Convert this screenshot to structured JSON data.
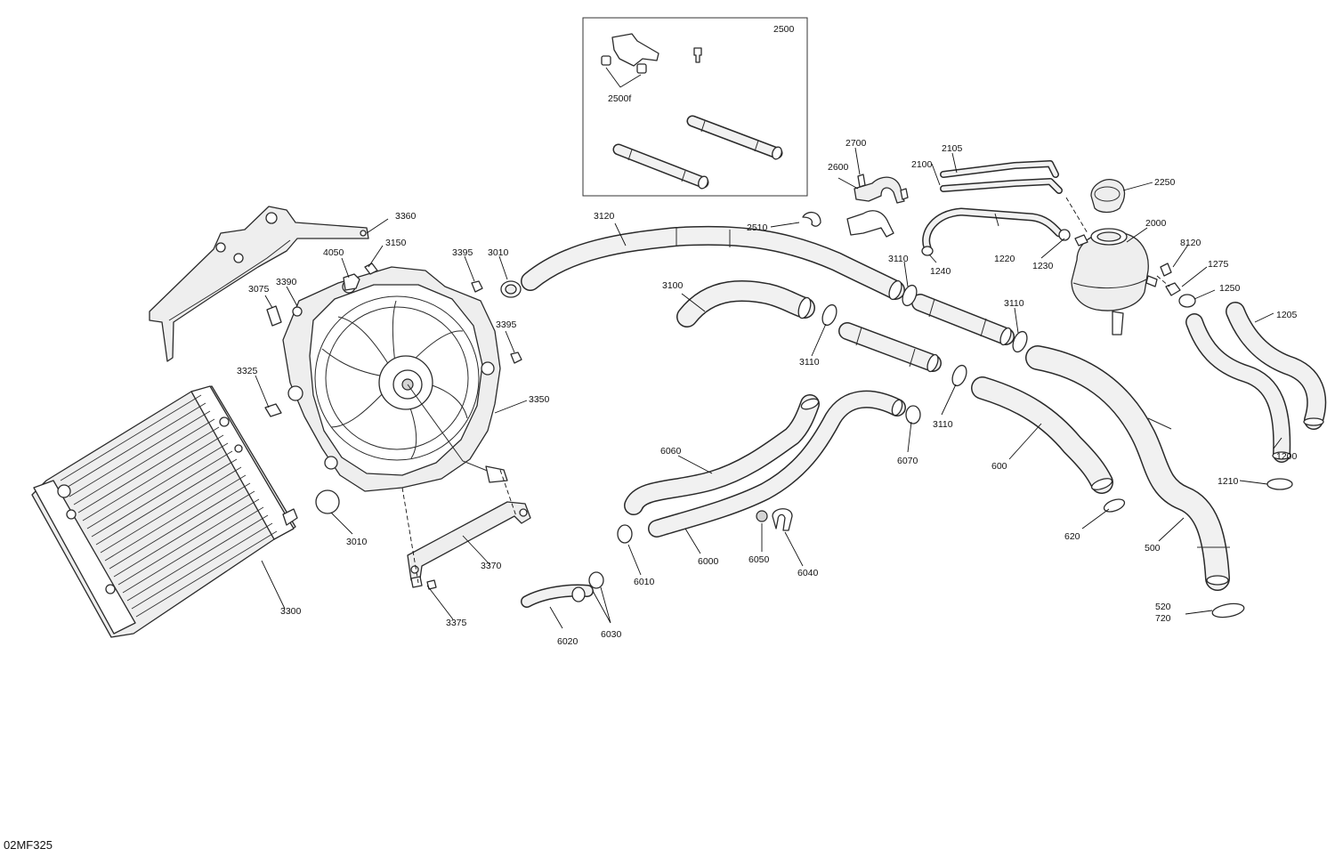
{
  "diagram_ref": "02MF325",
  "labels": {
    "l2500": "2500",
    "l2500f": "2500f",
    "l2700": "2700",
    "l2600": "2600",
    "l2105": "2105",
    "l2100": "2100",
    "l2250": "2250",
    "l2000": "2000",
    "l2510": "2510",
    "l3120": "3120",
    "l3360": "3360",
    "l3150": "3150",
    "l4050": "4050",
    "l3395a": "3395",
    "l3010a": "3010",
    "l3075": "3075",
    "l3390": "3390",
    "l3395b": "3395",
    "l3325": "3325",
    "l3350": "3350",
    "l3010b": "3010",
    "l3370": "3370",
    "l3375": "3375",
    "l3300": "3300",
    "l3100": "3100",
    "l3110a": "3110",
    "l3110b": "3110",
    "l3110c": "3110",
    "l3110d": "3110",
    "l1240": "1240",
    "l1220": "1220",
    "l1230": "1230",
    "l8120": "8120",
    "l1275": "1275",
    "l1250": "1250",
    "l1205": "1205",
    "l1200": "1200",
    "l1210": "1210",
    "l6060": "6060",
    "l6070": "6070",
    "l600": "600",
    "l620": "620",
    "l500": "500",
    "l520": "520",
    "l720": "720",
    "l6000": "6000",
    "l6010": "6010",
    "l6050": "6050",
    "l6040": "6040",
    "l6020": "6020",
    "l6030": "6030"
  }
}
